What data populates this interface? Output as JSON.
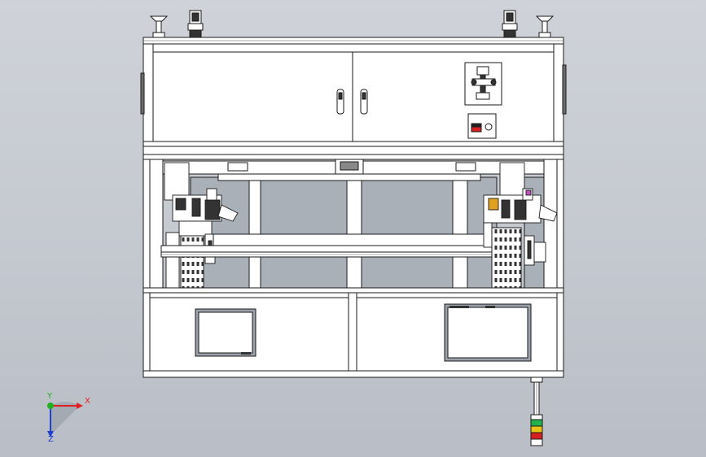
{
  "viewport": {
    "background_top": "#cfd3d9",
    "background_bottom": "#b9bec6"
  },
  "machine": {
    "frame_color": "#ffffff",
    "outline_color": "#1a1a1a",
    "glass_color": "#a9b0b8",
    "panel_gray": "#c8ccd2"
  },
  "signal_tower": {
    "lights": [
      {
        "name": "green",
        "color": "#22b14c"
      },
      {
        "name": "yellow",
        "color": "#e8c515"
      },
      {
        "name": "red",
        "color": "#d42020"
      }
    ]
  },
  "triad": {
    "x_label": "X",
    "y_label": "Y",
    "z_label": "Z",
    "x_color": "#e02020",
    "y_color": "#20b020",
    "z_color": "#2040d0"
  }
}
